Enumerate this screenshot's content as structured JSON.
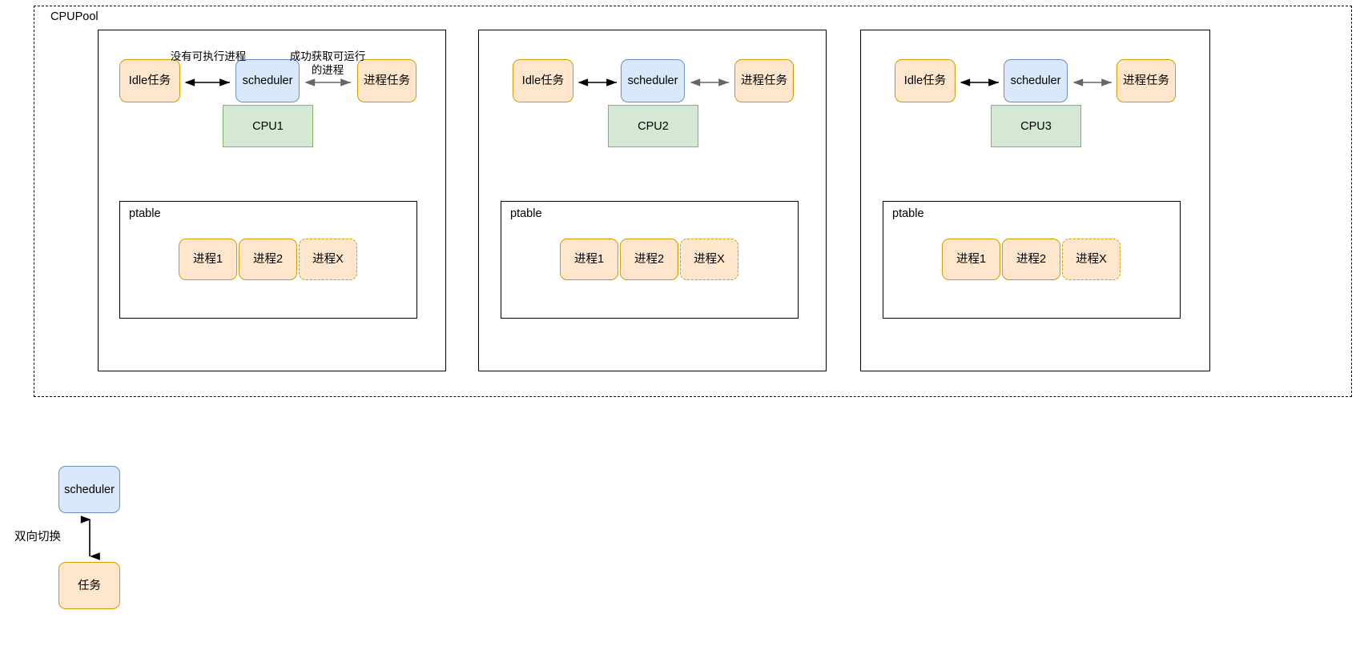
{
  "diagram": {
    "pool": {
      "label": "CPUPool"
    },
    "cpu_panels": [
      {
        "cpu_label": "CPU1",
        "scheduler_label": "scheduler",
        "idle_label": "Idle任务",
        "process_task_label": "进程任务",
        "left_edge_label": "没有可执行进程",
        "right_edge_label": "成功获取可运行的进程",
        "ptable": {
          "label": "ptable",
          "processes": [
            {
              "label": "进程1",
              "style": "solid"
            },
            {
              "label": "进程2",
              "style": "solid"
            },
            {
              "label": "进程X",
              "style": "dashed"
            }
          ]
        }
      },
      {
        "cpu_label": "CPU2",
        "scheduler_label": "scheduler",
        "idle_label": "Idle任务",
        "process_task_label": "进程任务",
        "left_edge_label": "",
        "right_edge_label": "",
        "ptable": {
          "label": "ptable",
          "processes": [
            {
              "label": "进程1",
              "style": "solid"
            },
            {
              "label": "进程2",
              "style": "solid"
            },
            {
              "label": "进程X",
              "style": "dashed"
            }
          ]
        }
      },
      {
        "cpu_label": "CPU3",
        "scheduler_label": "scheduler",
        "idle_label": "Idle任务",
        "process_task_label": "进程任务",
        "left_edge_label": "",
        "right_edge_label": "",
        "ptable": {
          "label": "ptable",
          "processes": [
            {
              "label": "进程1",
              "style": "solid"
            },
            {
              "label": "进程2",
              "style": "solid"
            },
            {
              "label": "进程X",
              "style": "dashed"
            }
          ]
        }
      }
    ],
    "legend": {
      "scheduler_label": "scheduler",
      "task_label": "任务",
      "edge_label": "双向切换"
    },
    "colors": {
      "task_fill": "#ffe6cc",
      "task_stroke": "#d79b00",
      "scheduler_fill": "#dae8fc",
      "scheduler_stroke": "#6c8ebf",
      "cpu_fill": "#d5e8d4",
      "cpu_stroke": "#82b366",
      "arrow_black": "#000000",
      "arrow_gray": "#666666",
      "container_stroke": "#000000"
    }
  }
}
